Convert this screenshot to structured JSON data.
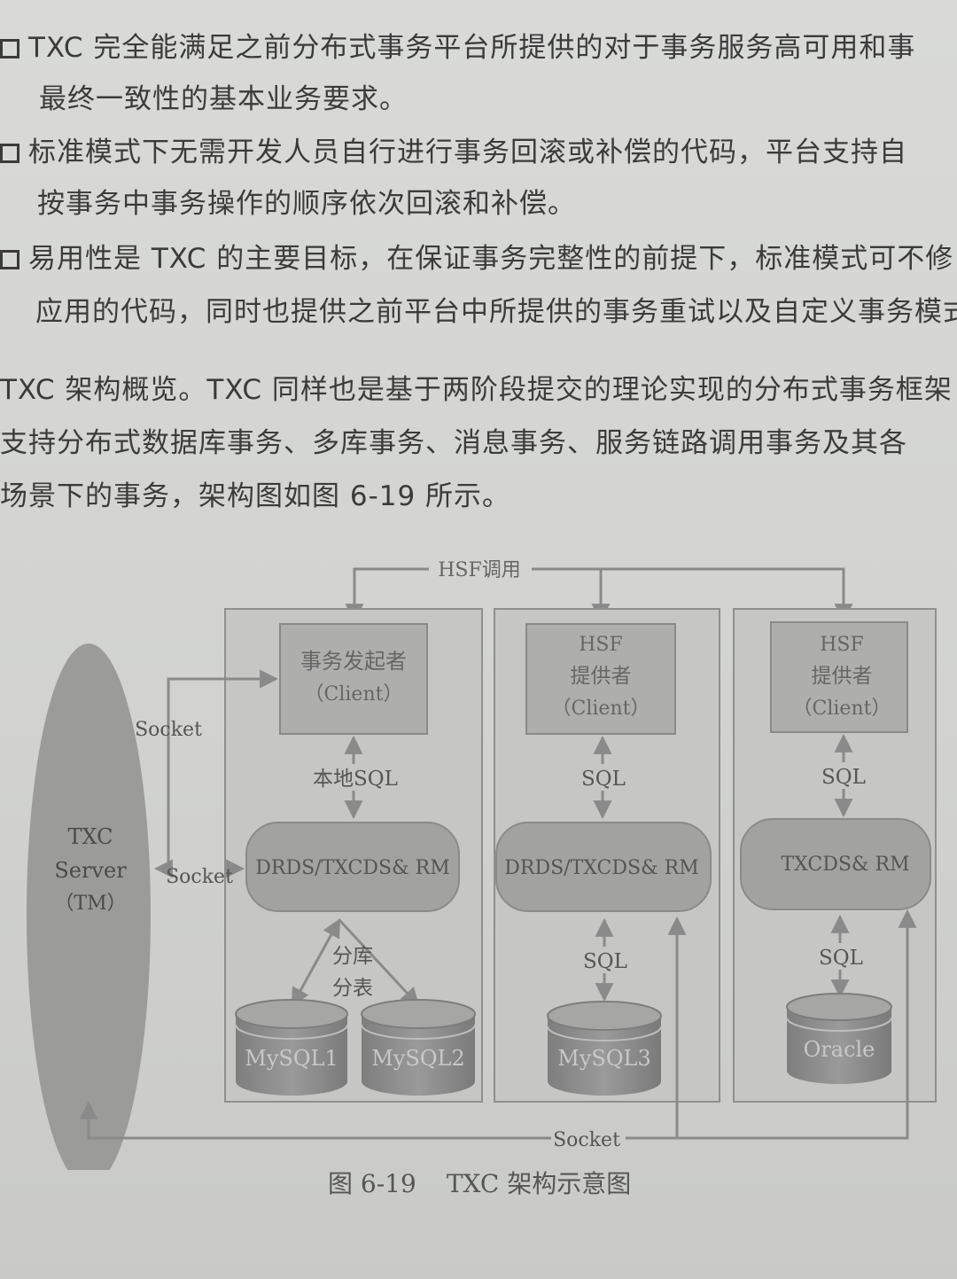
{
  "text": {
    "bullets": [
      {
        "line1": "TXC 完全能满足之前分布式事务平台所提供的对于事务服务高可用和事",
        "line2": "最终一致性的基本业务要求。"
      },
      {
        "line1": "标准模式下无需开发人员自行进行事务回滚或补偿的代码，平台支持自",
        "line2": "按事务中事务操作的顺序依次回滚和补偿。"
      },
      {
        "line1": "易用性是 TXC 的主要目标，在保证事务完整性的前提下，标准模式可不修",
        "line2": "应用的代码，同时也提供之前平台中所提供的事务重试以及自定义事务模式"
      }
    ],
    "paragraph": [
      "TXC 架构概览。TXC 同样也是基于两阶段提交的理论实现的分布式事务框架",
      "支持分布式数据库事务、多库事务、消息事务、服务链路调用事务及其各",
      "场景下的事务，架构图如图 6-19 所示。"
    ]
  },
  "diagram": {
    "hsf_call": "HSF调用",
    "server": {
      "line1": "TXC",
      "line2": "Server",
      "line3": "（TM）"
    },
    "socket_top": "Socket",
    "socket_mid": "Socket",
    "socket_bottom": "Socket",
    "panel1": {
      "client_line1": "事务发起者",
      "client_line2": "（Client）",
      "sql": "本地SQL",
      "rm": "DRDS/TXCDS& RM",
      "shard_line1": "分库",
      "shard_line2": "分表",
      "db1": "MySQL1",
      "db2": "MySQL2"
    },
    "panel2": {
      "client_line1": "HSF",
      "client_line2": "提供者",
      "client_line3": "（Client）",
      "sql1": "SQL",
      "rm": "DRDS/TXCDS& RM",
      "sql2": "SQL",
      "db": "MySQL3"
    },
    "panel3": {
      "client_line1": "HSF",
      "client_line2": "提供者",
      "client_line3": "（Client）",
      "sql1": "SQL",
      "rm": "TXCDS& RM",
      "sql2": "SQL",
      "db": "Oracle"
    }
  },
  "caption": {
    "number": "图 6-19",
    "title": "TXC 架构示意图"
  }
}
